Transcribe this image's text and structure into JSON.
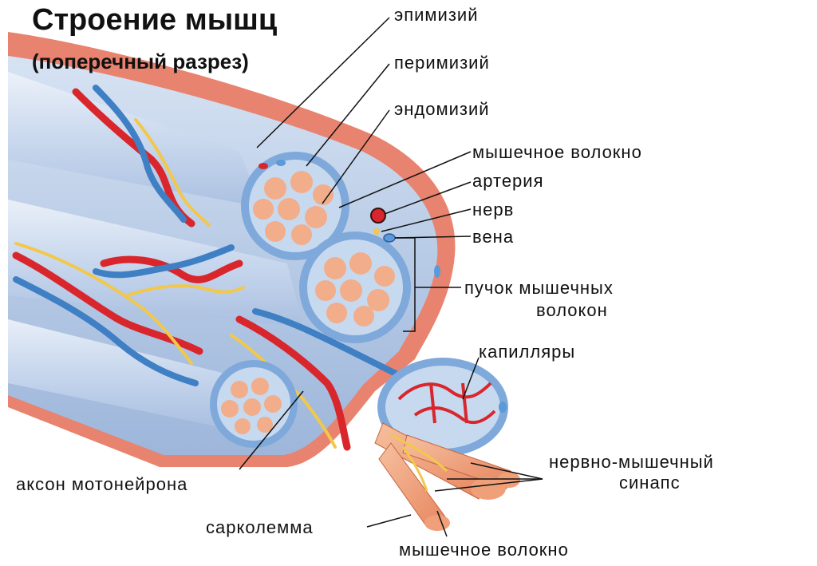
{
  "title": {
    "line1": "Строение мышц",
    "line2": "(поперечный разрез)"
  },
  "labels": {
    "epimysium": "эпимизий",
    "perimysium": "перимизий",
    "endomysium": "эндомизий",
    "muscle_fiber_top": "мышечное волокно",
    "artery": "артерия",
    "nerve": "нерв",
    "vein": "вена",
    "fascicle_line1": "пучок мышечных",
    "fascicle_line2": "волокон",
    "capillaries": "капилляры",
    "synapse_line1": "нервно-мышечный",
    "synapse_line2": "синапс",
    "axon": "аксон мотонейрона",
    "sarcolemma": "сарколемма",
    "muscle_fiber_bottom": "мышечное волокно"
  },
  "colors": {
    "epimysium": "#e8836f",
    "muscle_body": "#b9cde6",
    "connective": "#7fa9da",
    "fiber": "#f2ad8a",
    "artery": "#d8262c",
    "vein": "#3f7fc4",
    "nerve": "#f2c84b"
  }
}
